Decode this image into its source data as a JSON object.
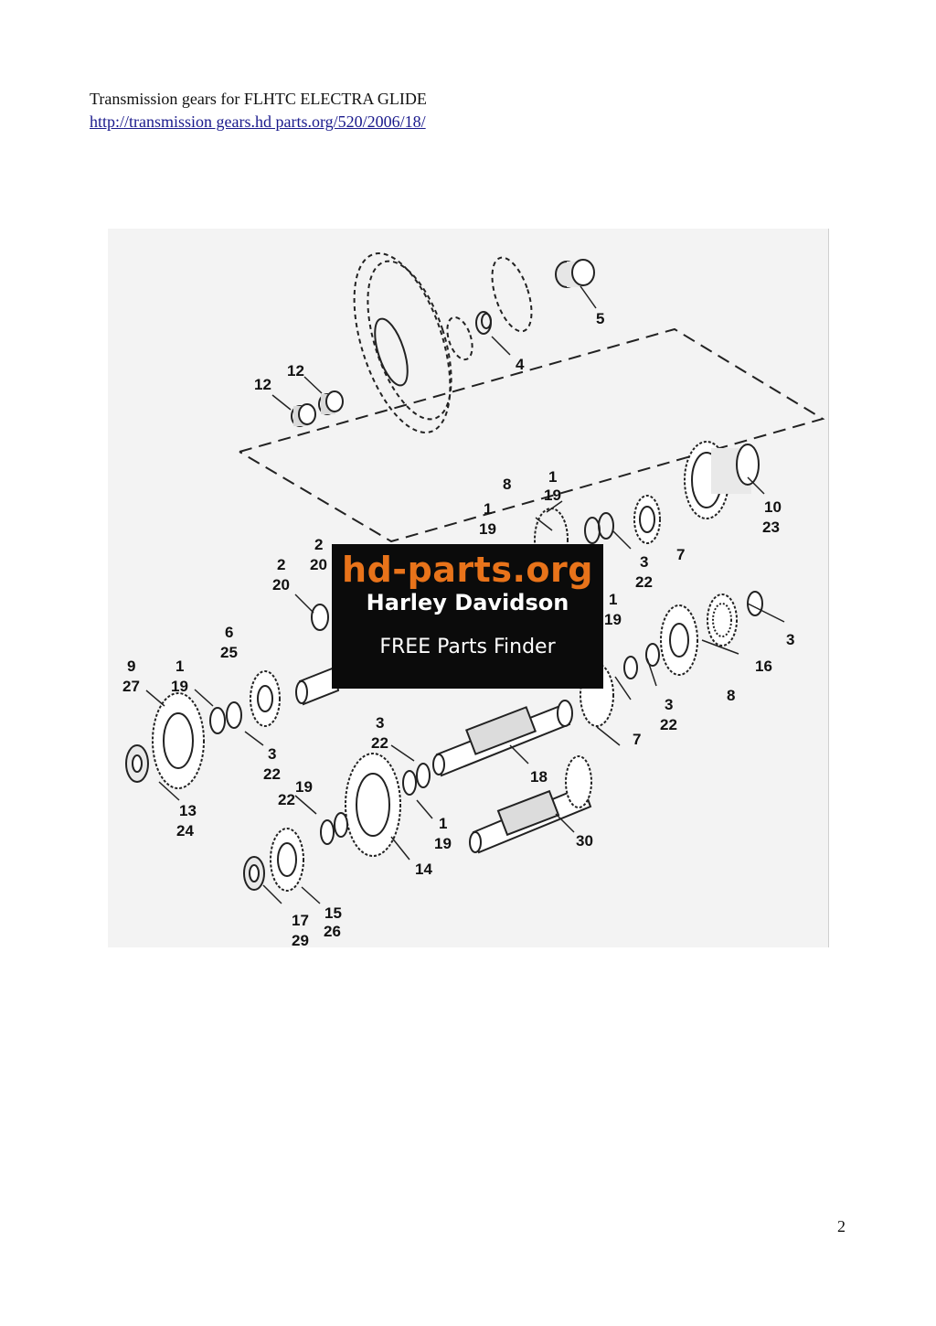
{
  "header": {
    "title": "Transmission gears for FLHTC ELECTRA GLIDE",
    "link": "http://transmission gears.hd parts.org/520/2006/18/"
  },
  "diagram": {
    "callouts": [
      "5",
      "4",
      "12",
      "12",
      "1",
      "19",
      "10",
      "23",
      "8",
      "1",
      "19",
      "3",
      "22",
      "7",
      "2",
      "20",
      "2",
      "20",
      "6",
      "25",
      "9",
      "27",
      "1",
      "19",
      "3",
      "22",
      "1",
      "19",
      "3",
      "16",
      "8",
      "3",
      "22",
      "7",
      "3",
      "22",
      "18",
      "13",
      "24",
      "19",
      "22",
      "1",
      "19",
      "14",
      "30",
      "17",
      "29",
      "15",
      "26"
    ]
  },
  "ad": {
    "brand": "hd-parts.org",
    "line2": "Harley Davidson",
    "line3": "FREE Parts Finder",
    "brand_color": "#e8731a",
    "background": "#0b0b0b"
  },
  "footer": {
    "page_number": "2"
  }
}
